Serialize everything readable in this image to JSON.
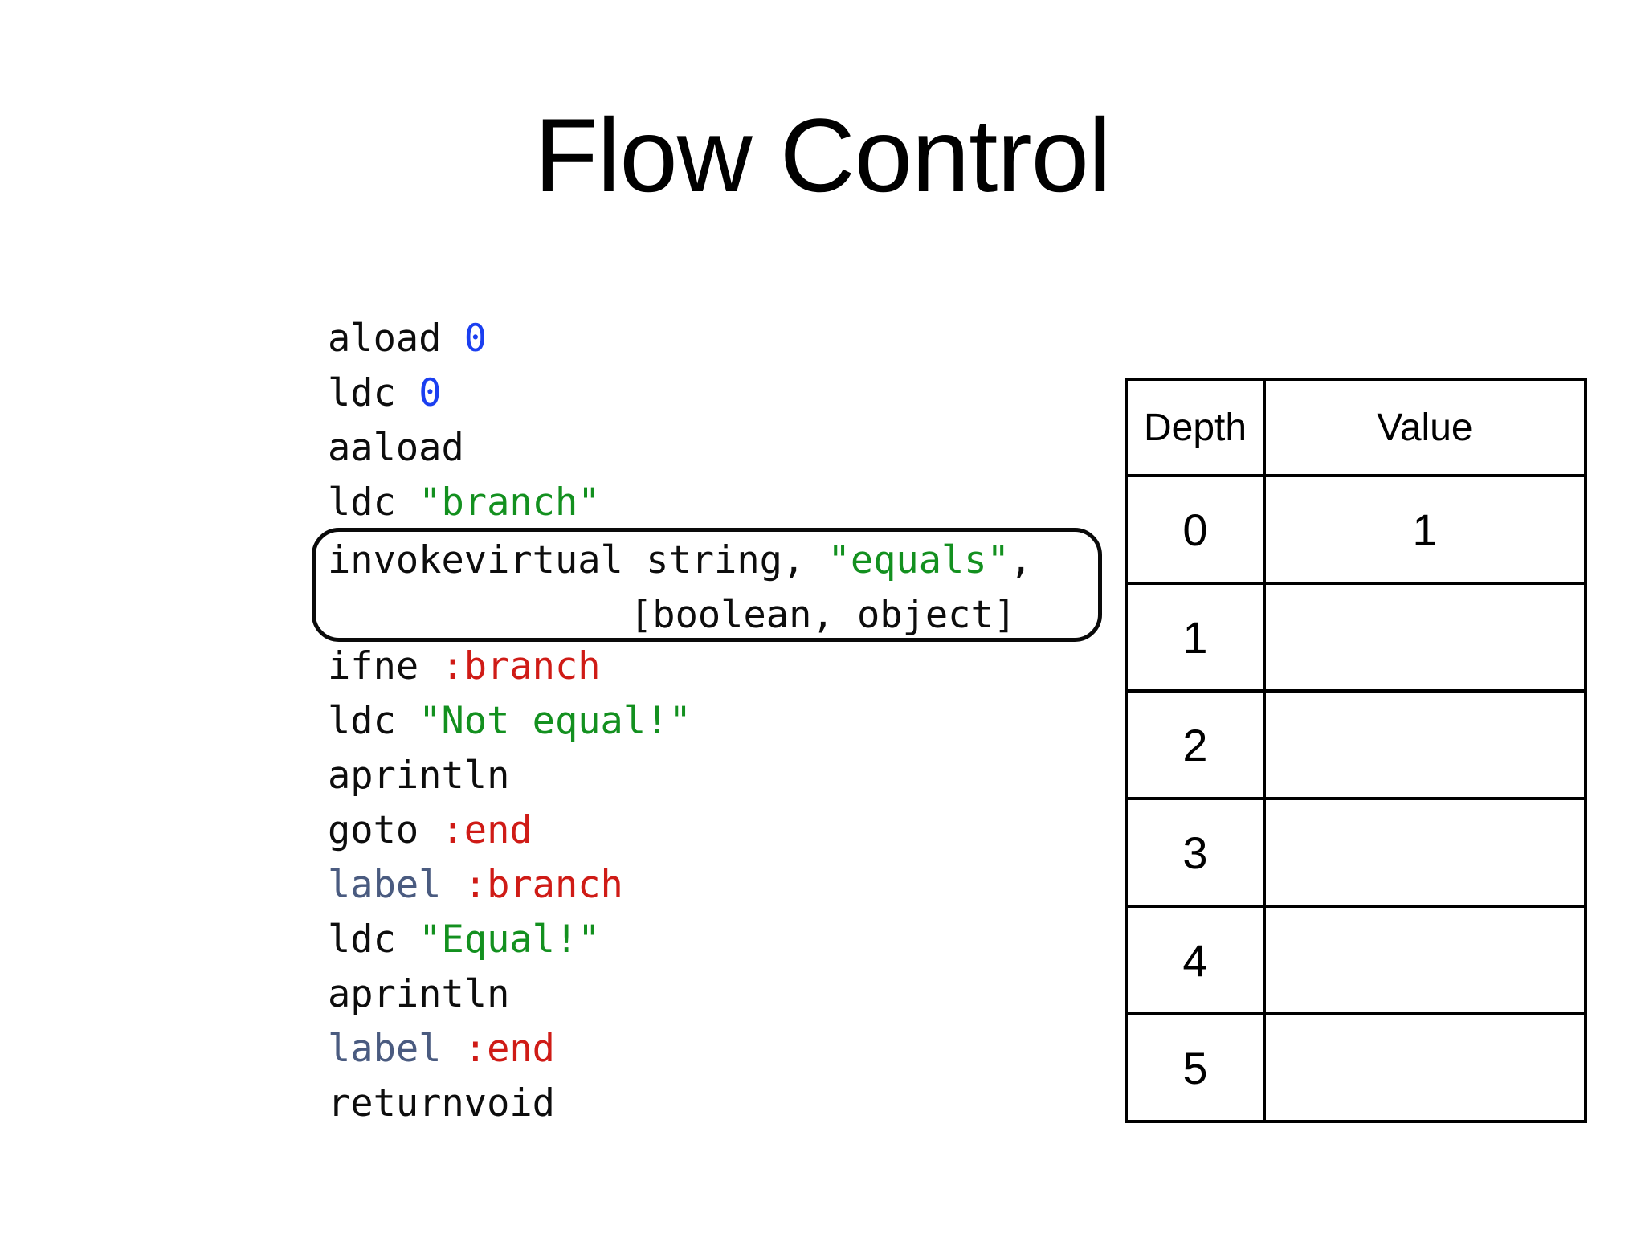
{
  "slide": {
    "title": "Flow Control",
    "background": "#ffffff"
  },
  "colors": {
    "text": "#0d0d0d",
    "number": "#1b3ff0",
    "string": "#13901f",
    "label_ref": "#cf1b16",
    "keyword": "#4a5b80",
    "border": "#000000"
  },
  "code": {
    "lines": [
      {
        "parts": [
          {
            "text": "aload ",
            "type": "plain"
          },
          {
            "text": "0",
            "type": "number"
          }
        ]
      },
      {
        "parts": [
          {
            "text": "ldc ",
            "type": "plain"
          },
          {
            "text": "0",
            "type": "number"
          }
        ]
      },
      {
        "parts": [
          {
            "text": "aaload",
            "type": "plain"
          }
        ]
      },
      {
        "parts": [
          {
            "text": "ldc ",
            "type": "plain"
          },
          {
            "text": "\"branch\"",
            "type": "string"
          }
        ]
      },
      {
        "parts": [
          {
            "text": "",
            "type": "plain"
          }
        ],
        "spacer": true
      },
      {
        "parts": [
          {
            "text": "",
            "type": "plain"
          }
        ],
        "spacer": true
      },
      {
        "parts": [
          {
            "text": "ifne ",
            "type": "plain"
          },
          {
            "text": ":branch",
            "type": "label_ref"
          }
        ]
      },
      {
        "parts": [
          {
            "text": "ldc ",
            "type": "plain"
          },
          {
            "text": "\"Not equal!\"",
            "type": "string"
          }
        ]
      },
      {
        "parts": [
          {
            "text": "aprintln",
            "type": "plain"
          }
        ]
      },
      {
        "parts": [
          {
            "text": "goto ",
            "type": "plain"
          },
          {
            "text": ":end",
            "type": "label_ref"
          }
        ]
      },
      {
        "parts": [
          {
            "text": "label ",
            "type": "keyword"
          },
          {
            "text": ":branch",
            "type": "label_ref"
          }
        ]
      },
      {
        "parts": [
          {
            "text": "ldc ",
            "type": "plain"
          },
          {
            "text": "\"Equal!\"",
            "type": "string"
          }
        ]
      },
      {
        "parts": [
          {
            "text": "aprintln",
            "type": "plain"
          }
        ]
      },
      {
        "parts": [
          {
            "text": "label ",
            "type": "keyword"
          },
          {
            "text": ":end",
            "type": "label_ref"
          }
        ]
      },
      {
        "parts": [
          {
            "text": "returnvoid",
            "type": "plain"
          }
        ]
      }
    ],
    "highlighted_instruction": {
      "line1": [
        {
          "text": "invokevirtual string, ",
          "type": "plain"
        },
        {
          "text": "\"equals\"",
          "type": "string"
        },
        {
          "text": ",",
          "type": "plain"
        }
      ],
      "line2": [
        {
          "text": "[boolean, object]",
          "type": "plain"
        }
      ]
    }
  },
  "stack_table": {
    "headers": [
      "Depth",
      "Value"
    ],
    "rows": [
      {
        "depth": "0",
        "value": "1"
      },
      {
        "depth": "1",
        "value": ""
      },
      {
        "depth": "2",
        "value": ""
      },
      {
        "depth": "3",
        "value": ""
      },
      {
        "depth": "4",
        "value": ""
      },
      {
        "depth": "5",
        "value": ""
      }
    ]
  }
}
